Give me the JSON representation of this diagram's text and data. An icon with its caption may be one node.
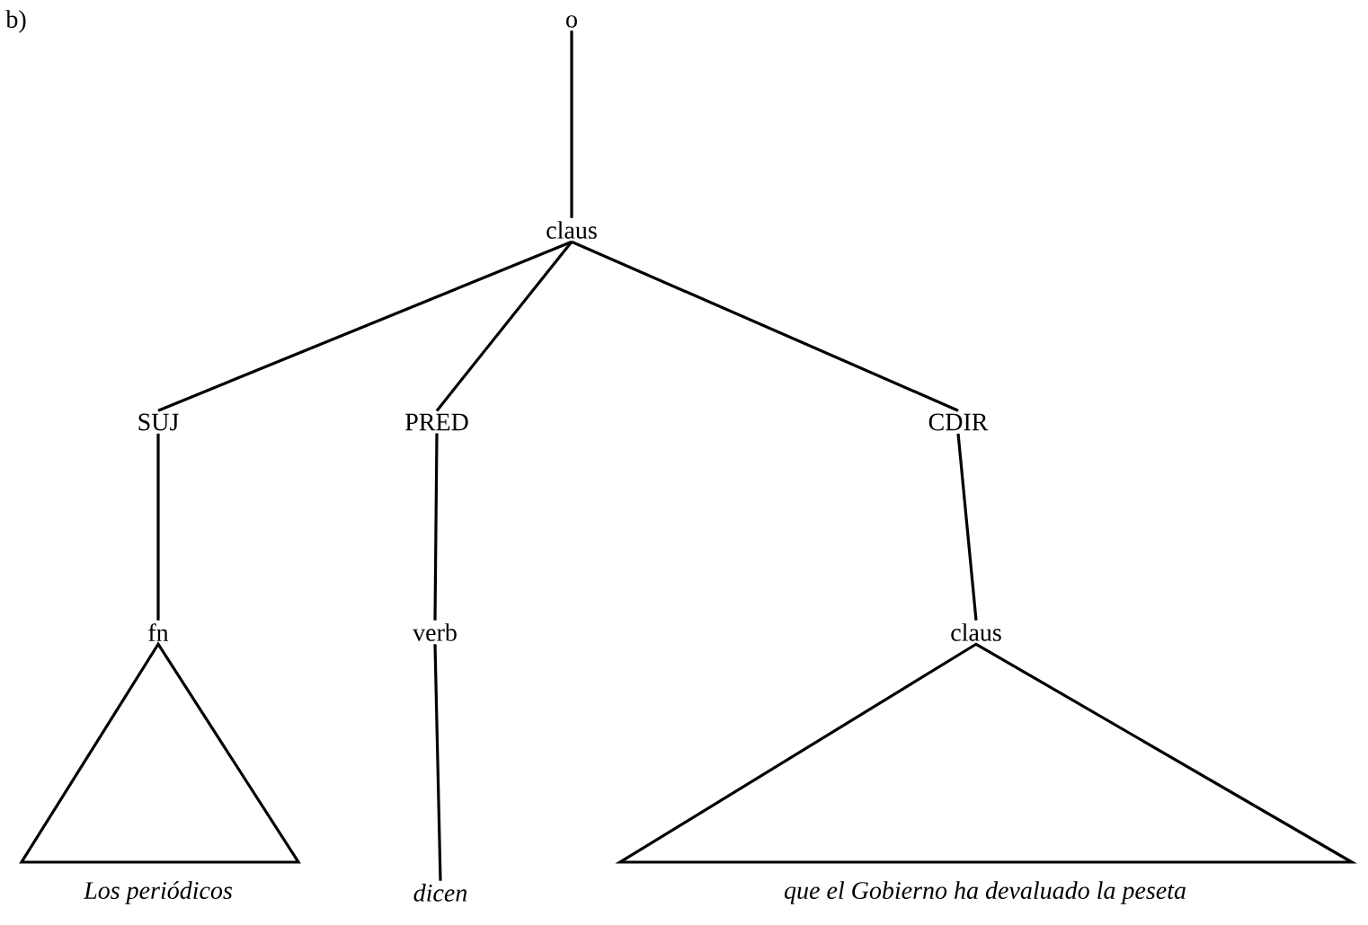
{
  "diagram": {
    "nodes": [
      {
        "text": [
          "o"
        ]
      },
      {
        "text": [
          "claus"
        ]
      },
      {
        "text": [
          "SUJ"
        ]
      },
      {
        "text": [
          "PRED"
        ]
      },
      {
        "text": [
          "CDIR"
        ]
      },
      {
        "text": [
          "fn"
        ]
      },
      {
        "text": [
          "verb"
        ]
      },
      {
        "text": [
          "claus"
        ]
      },
      {
        "text": [
          "Los periódicos"
        ]
      },
      {
        "text": [
          "dicen"
        ]
      },
      {
        "text": [
          "que el Gobierno ha devaluado la peseta"
        ]
      }
    ],
    "edges": [
      {
        "from": 0,
        "to": 1,
        "arrow": "none"
      },
      {
        "from": 1,
        "to": 2,
        "arrow": "none"
      },
      {
        "from": 1,
        "to": 3,
        "arrow": "none"
      },
      {
        "from": 1,
        "to": 4,
        "arrow": "none"
      },
      {
        "from": 2,
        "to": 5,
        "arrow": "none"
      },
      {
        "from": 3,
        "to": 6,
        "arrow": "none"
      },
      {
        "from": 4,
        "to": 7,
        "arrow": "none"
      },
      {
        "from": 5,
        "to": 8,
        "arrow": "none"
      },
      {
        "from": 6,
        "to": 9,
        "arrow": "none"
      },
      {
        "from": 7,
        "to": 10,
        "arrow": "none"
      }
    ],
    "labels": [
      "b)"
    ]
  }
}
